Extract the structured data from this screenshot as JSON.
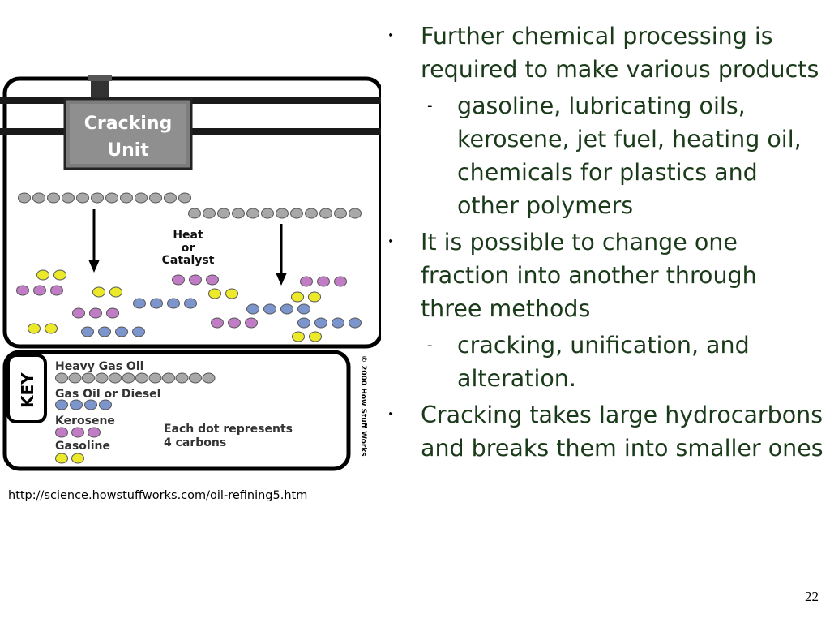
{
  "figure": {
    "unit_label_line1": "Cracking",
    "unit_label_line2": "Unit",
    "process_label_line1": "Heat",
    "process_label_line2": "or",
    "process_label_line3": "Catalyst",
    "key_title": "KEY",
    "key_items": [
      {
        "label": "Heavy Gas Oil",
        "dots": 12,
        "color": "#a8a8a8"
      },
      {
        "label": "Gas Oil or Diesel",
        "dots": 4,
        "color": "#7c95cc"
      },
      {
        "label": "Kerosene",
        "dots": 3,
        "color": "#c07cc4"
      },
      {
        "label": "Gasoline",
        "dots": 2,
        "color": "#ece92a"
      }
    ],
    "note_line1": "Each dot represents",
    "note_line2": "4 carbons",
    "copyright": "© 2000 How Stuff Works",
    "colors": {
      "gray": "#a8a8a8",
      "blue": "#7c95cc",
      "purple": "#c07cc4",
      "yellow": "#ece92a"
    }
  },
  "source_url": "http://science.howstuffworks.com/oil-refining5.htm",
  "bullets": [
    {
      "text": "Further chemical processing is required to make various products",
      "subs": [
        "gasoline, lubricating oils, kerosene, jet fuel, heating oil, chemicals for plastics and other polymers"
      ]
    },
    {
      "text": "It is possible to change one fraction into another through three methods",
      "subs": [
        "cracking, unification, and alteration."
      ]
    },
    {
      "text": "Cracking takes large hydrocarbons and breaks them into smaller ones",
      "subs": []
    }
  ],
  "page_number": "22"
}
